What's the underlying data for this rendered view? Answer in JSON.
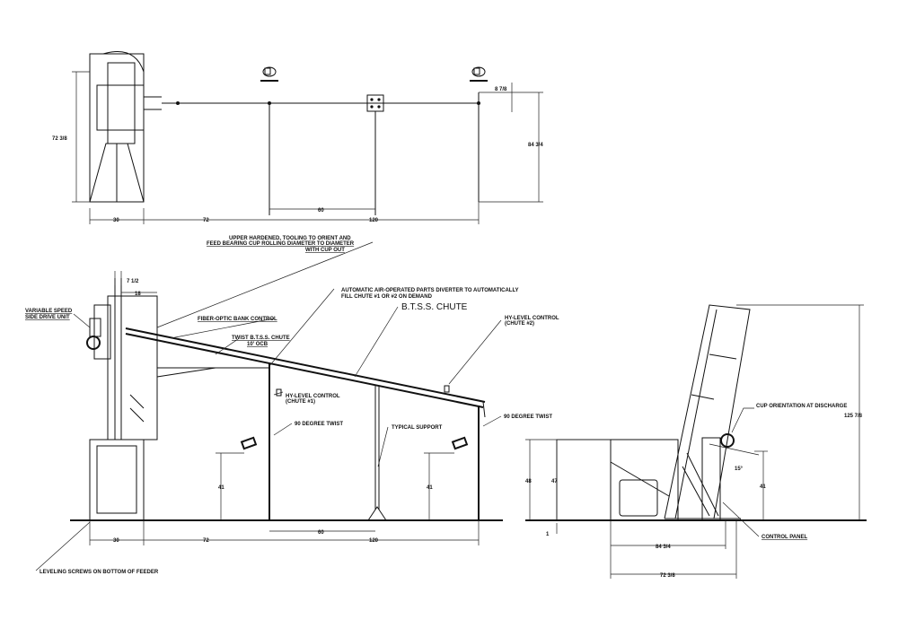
{
  "top_view": {
    "dims": {
      "height_left": "72 3/8",
      "height_right": "84 3/4",
      "offset": "8 7/8",
      "d30": "30",
      "d72": "72",
      "d60": "60",
      "d120": "120"
    }
  },
  "side_view": {
    "labels": {
      "upper_tooling_1": "UPPER HARDENED, TOOLING TO ORIENT AND",
      "upper_tooling_2": "FEED BEARING CUP ROLLING DIAMETER TO DIAMETER",
      "upper_tooling_3": "WITH CUP OUT",
      "diverter_1": "AUTOMATIC AIR-OPERATED PARTS DIVERTER TO AUTOMATICALLY",
      "diverter_2": "FILL CHUTE #1 OR #2 ON DEMAND",
      "btss_chute": "B.T.S.S. CHUTE",
      "hilevel2_1": "HY-LEVEL CONTROL",
      "hilevel2_2": "(CHUTE #2)",
      "variable_speed_1": "VARIABLE SPEED",
      "variable_speed_2": "SIDE DRIVE UNIT",
      "fiber_optic": "FIBER-OPTIC BANK CONTROL",
      "twist_chute_1": "TWIST B.T.S.S. CHUTE",
      "twist_chute_2": "10' OCB",
      "hilevel1_1": "HY-LEVEL CONTROL",
      "hilevel1_2": "(CHUTE #1)",
      "twist90_left": "90 DEGREE TWIST",
      "twist90_right": "90 DEGREE TWIST",
      "typical_support": "TYPICAL SUPPORT",
      "leveling_screws": "LEVELING SCREWS ON BOTTOM OF FEEDER"
    },
    "dims": {
      "d7_5": "7 1/2",
      "d18": "18",
      "d41_left": "41",
      "d41_right": "41",
      "d30": "30",
      "d72": "72",
      "d60": "60",
      "d120": "120"
    }
  },
  "end_view": {
    "labels": {
      "cup_orientation": "CUP ORIENTATION AT DISCHARGE",
      "control_panel": "CONTROL PANEL",
      "angle": "15°"
    },
    "dims": {
      "d48": "48",
      "d47": "47",
      "d41": "41",
      "d1": "1",
      "d125": "125 7/8",
      "d84": "84 3/4",
      "d72": "72 3/8"
    }
  }
}
